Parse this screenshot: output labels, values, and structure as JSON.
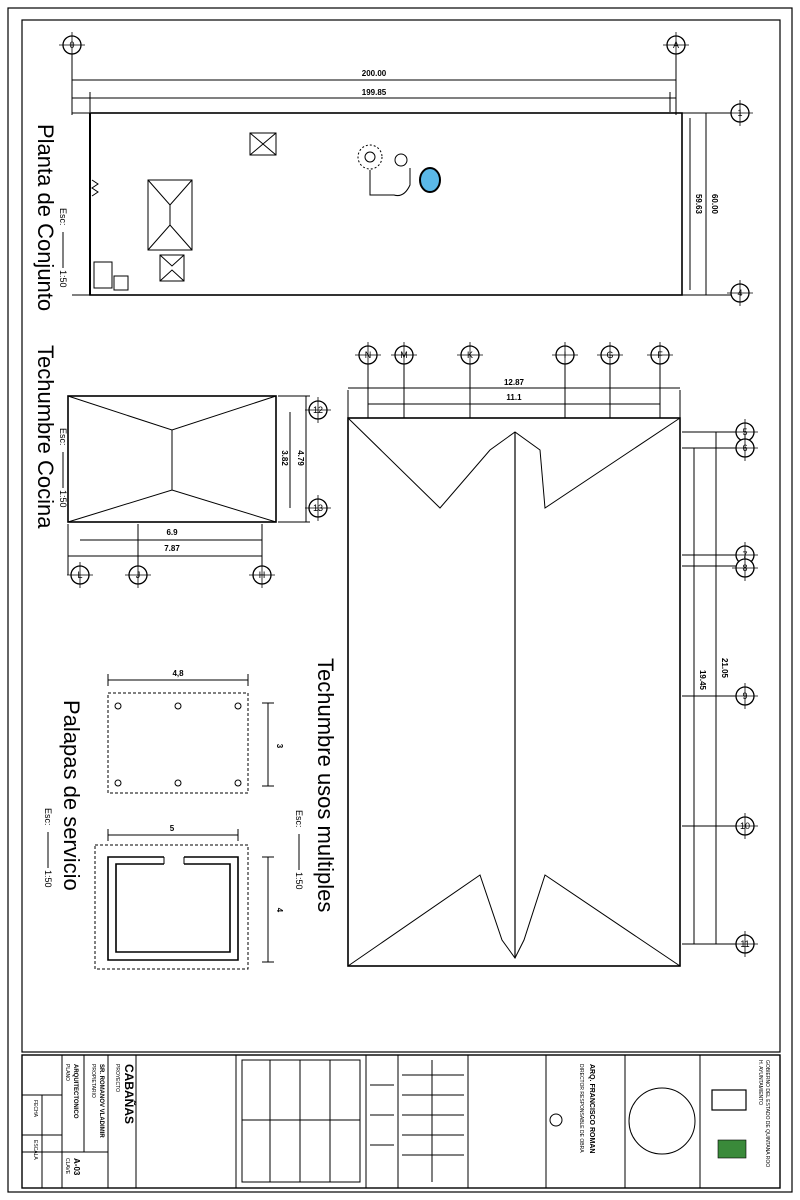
{
  "views": {
    "planta": {
      "title": "Planta de Conjunto",
      "scale_prefix": "Esc:",
      "scale": "1:50",
      "dim_total": "200.00",
      "dim_inner": "199.85",
      "dim_side_outer": "60.00",
      "dim_side_inner": "59.63",
      "axes": [
        "0",
        "A",
        "1",
        "4"
      ]
    },
    "techo_cocina": {
      "title": "Techumbre Cocina",
      "scale_prefix": "Esc:",
      "scale": "1:50",
      "dim_inner_width": "6.9",
      "dim_outer_width": "7.87",
      "dim_side_outer": "4.79",
      "dim_side_inner": "3.82",
      "axes": [
        "L",
        "J",
        "H",
        "12",
        "13"
      ]
    },
    "techo_multi": {
      "title": "Techumbre usos multiples",
      "scale_prefix": "Esc:",
      "scale": "1:50",
      "dim_outer_width": "12.87",
      "dim_inner_width": "11.1",
      "dim_side_outer": "21.05",
      "dim_side_inner": "19.45",
      "axes_top": [
        "N",
        "M",
        "K",
        "I",
        "G",
        "F"
      ],
      "axes_side": [
        "5",
        "6",
        "7",
        "8",
        "9",
        "10",
        "11"
      ]
    },
    "palapas": {
      "title": "Palapas de servicio",
      "scale_prefix": "Esc:",
      "scale": "1:50",
      "p1_width": "4,8",
      "p1_depth": "3",
      "p2_width": "5",
      "p2_depth": "4"
    }
  },
  "title_block": {
    "project_label": "PROYECTO",
    "project": "CABAÑAS",
    "discipline_label": "PLANO",
    "discipline": "ARQUITECTONICO",
    "owner_label": "PROPIETARIO",
    "owner": "SR. ROMANOV VLADIMIR",
    "sheet_label": "CLAVE",
    "sheet": "A-03",
    "designer": "ARQ. FRANCISCO ROMAN",
    "designer_label": "DIRECTOR RESPONSABLE DE OBRA",
    "date_label": "FECHA",
    "scale_label": "ESCALA",
    "gov_line1": "GOBIERNO DEL ESTADO DE QUINTANA ROO",
    "gov_line2": "H. AYUNTAMIENTO"
  },
  "colors": {
    "ink": "#000000",
    "pool": "#5bb8e8"
  }
}
